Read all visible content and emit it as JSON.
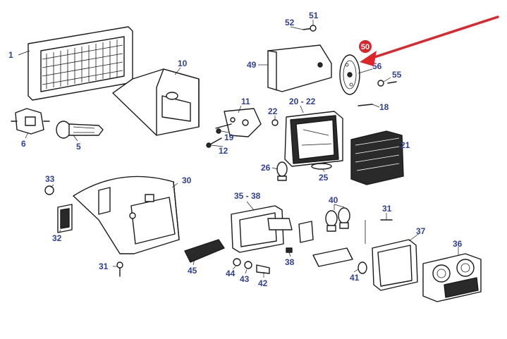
{
  "colors": {
    "callout_text": "#2e3f9e",
    "highlight_badge": "#d9262c",
    "highlight_arrow": "#e0242b",
    "line_art": "#1a1a1a"
  },
  "callouts": [
    {
      "id": "c1",
      "label": "1"
    },
    {
      "id": "c10",
      "label": "10"
    },
    {
      "id": "c6",
      "label": "6"
    },
    {
      "id": "c5",
      "label": "5"
    },
    {
      "id": "c11",
      "label": "11"
    },
    {
      "id": "c19",
      "label": "19"
    },
    {
      "id": "c12",
      "label": "12"
    },
    {
      "id": "c52",
      "label": "52"
    },
    {
      "id": "c51",
      "label": "51"
    },
    {
      "id": "c49",
      "label": "49"
    },
    {
      "id": "c56",
      "label": "56"
    },
    {
      "id": "c55",
      "label": "55"
    },
    {
      "id": "c20_22",
      "label": "20 - 22"
    },
    {
      "id": "c22",
      "label": "22"
    },
    {
      "id": "c18",
      "label": "18"
    },
    {
      "id": "c21",
      "label": "21"
    },
    {
      "id": "c26",
      "label": "26"
    },
    {
      "id": "c25",
      "label": "25"
    },
    {
      "id": "c33",
      "label": "33"
    },
    {
      "id": "c30",
      "label": "30"
    },
    {
      "id": "c32",
      "label": "32"
    },
    {
      "id": "c31a",
      "label": "31"
    },
    {
      "id": "c35_38",
      "label": "35 - 38"
    },
    {
      "id": "c40",
      "label": "40"
    },
    {
      "id": "c31b",
      "label": "31"
    },
    {
      "id": "c37",
      "label": "37"
    },
    {
      "id": "c36",
      "label": "36"
    },
    {
      "id": "c45",
      "label": "45"
    },
    {
      "id": "c44",
      "label": "44"
    },
    {
      "id": "c43",
      "label": "43"
    },
    {
      "id": "c42",
      "label": "42"
    },
    {
      "id": "c38",
      "label": "38"
    },
    {
      "id": "c41",
      "label": "41"
    }
  ],
  "highlight": {
    "label": "50"
  }
}
